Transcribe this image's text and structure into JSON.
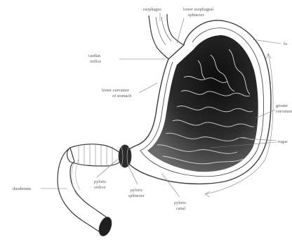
{
  "labels": {
    "esophagus": "esophagus",
    "lower_esophageal_1": "lower esophageal",
    "lower_esophageal_2": "sphincter",
    "cardiac_1": "cardiac",
    "cardiac_2": "orifice",
    "lesser_curvature_1": "lesser curvature",
    "lesser_curvature_2": "of stomach",
    "greater_curvature_1": "greater",
    "greater_curvature_2": "curvature",
    "rugae": "rugae",
    "fundus_fragment": "fu",
    "duodenum": "duodenum",
    "pyloric_orifice_1": "pyloric",
    "pyloric_orifice_2": "orifice",
    "pyloric_sphincter_1": "pyloric",
    "pyloric_sphincter_2": "sphincter",
    "pyloric_canal_1": "pyloric",
    "pyloric_canal_2": "canal"
  },
  "colors": {
    "ink": "#3a3a3a",
    "interior_dark": "#1a1a1a",
    "paper": "#ffffff",
    "label": "#555555"
  }
}
